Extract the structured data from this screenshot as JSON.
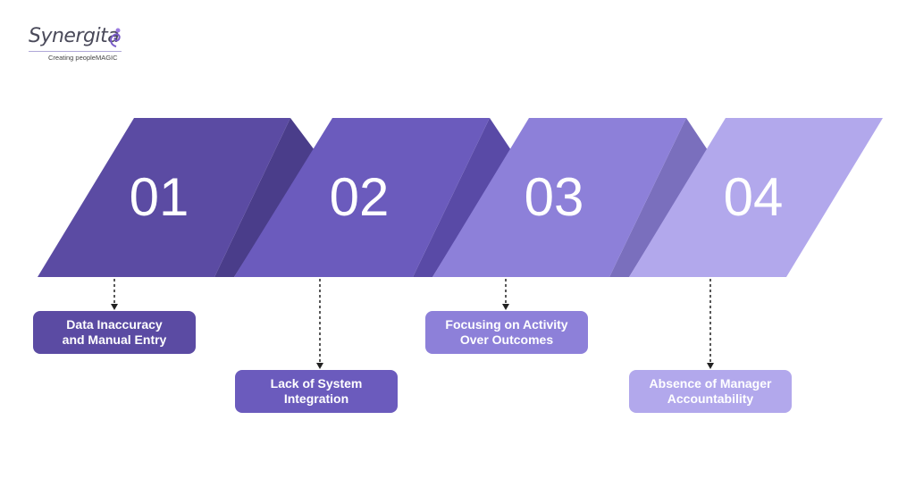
{
  "logo": {
    "name": "Synergita",
    "tagline": "Creating peopleMAGIC"
  },
  "colors": {
    "step1": "#5b4ba3",
    "step2": "#6b5bbd",
    "step3": "#8d80d9",
    "step4": "#b2a8ec",
    "fold1": "#4a3d8a",
    "fold2": "#594aa6",
    "fold3": "#7a6fbd"
  },
  "steps": [
    {
      "number": "01",
      "label_line1": "Data Inaccuracy",
      "label_line2": "and Manual Entry"
    },
    {
      "number": "02",
      "label_line1": "Lack of System",
      "label_line2": "Integration"
    },
    {
      "number": "03",
      "label_line1": "Focusing on Activity",
      "label_line2": "Over Outcomes"
    },
    {
      "number": "04",
      "label_line1": "Absence of Manager",
      "label_line2": "Accountability"
    }
  ]
}
